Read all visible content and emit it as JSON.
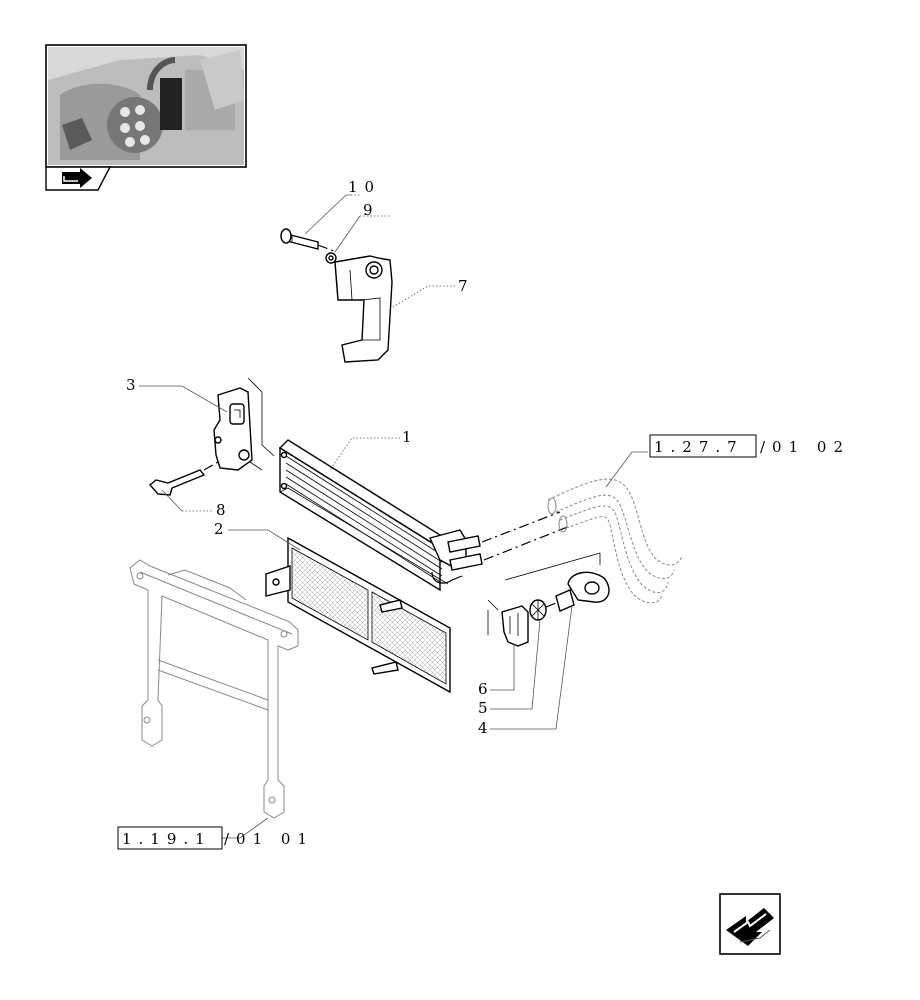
{
  "callouts": [
    {
      "number": "1"
    },
    {
      "number": "2"
    },
    {
      "number": "3"
    },
    {
      "number": "4"
    },
    {
      "number": "5"
    },
    {
      "number": "6"
    },
    {
      "number": "7"
    },
    {
      "number": "8"
    },
    {
      "number": "9"
    },
    {
      "number": "10"
    }
  ],
  "references": [
    {
      "boxed": "1.27.7",
      "suffix": "/01  02"
    },
    {
      "boxed": "1.19.1",
      "suffix": "/01  01"
    }
  ],
  "icons": {
    "thumbnail": "tractor-engine-thumbnail-image",
    "thumbnail_tab": "arrow-right-tab-icon",
    "next_page": "arrow-back-icon"
  }
}
